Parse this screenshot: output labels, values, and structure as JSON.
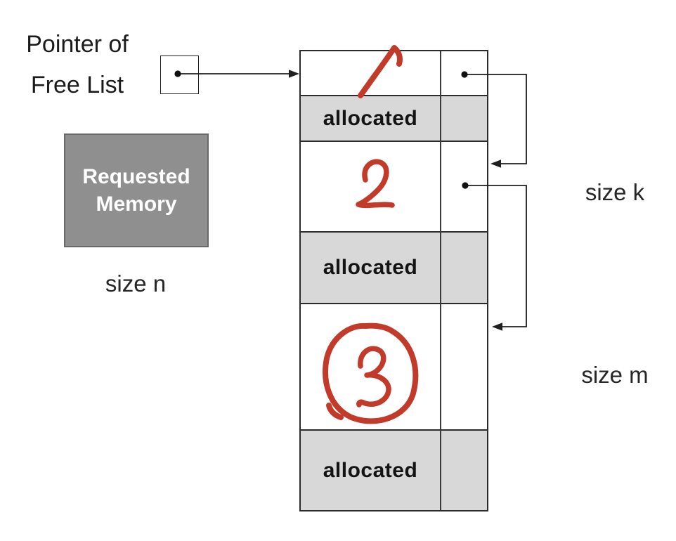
{
  "labels": {
    "pointer_line1": "Pointer of",
    "pointer_line2": "Free List",
    "requested_line1": "Requested",
    "requested_line2": "Memory",
    "size_n": "size n",
    "size_k": "size k",
    "size_m": "size m",
    "allocated": "allocated"
  },
  "memory_column": {
    "blocks": [
      {
        "type": "free",
        "order_annotation": "1"
      },
      {
        "type": "allocated",
        "label": "allocated"
      },
      {
        "type": "free",
        "order_annotation": "2"
      },
      {
        "type": "allocated",
        "label": "allocated"
      },
      {
        "type": "free",
        "order_annotation": "3 (circled)"
      },
      {
        "type": "allocated",
        "label": "allocated"
      }
    ]
  },
  "colors": {
    "allocated_fill": "#d8d8d8",
    "requested_fill": "#8f8f8f",
    "annotation_red": "#c23b2a",
    "line": "#1f1f1f"
  }
}
